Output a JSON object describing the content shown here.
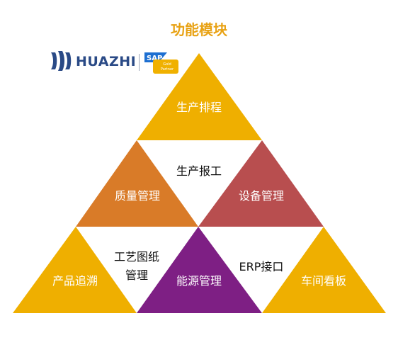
{
  "title": "功能模块",
  "logo": {
    "brand": "HUAZHI",
    "badge_main": "SAP",
    "badge_sub": "Gold Partner"
  },
  "modules": {
    "top": "生产排程",
    "mid_left": "质量管理",
    "mid_center": "生产报工",
    "mid_right": "设备管理",
    "bot_left": "产品追溯",
    "bot_center_left_1": "工艺图纸",
    "bot_center_left_2": "管理",
    "bot_center": "能源管理",
    "bot_center_right": "ERP接口",
    "bot_right": "车间看板"
  },
  "colors": {
    "title": "#e8a214",
    "gold": "#efaf00",
    "orange": "#d97b28",
    "red": "#b84e4f",
    "purple": "#7e1f84",
    "brand_blue": "#2a4a86"
  }
}
